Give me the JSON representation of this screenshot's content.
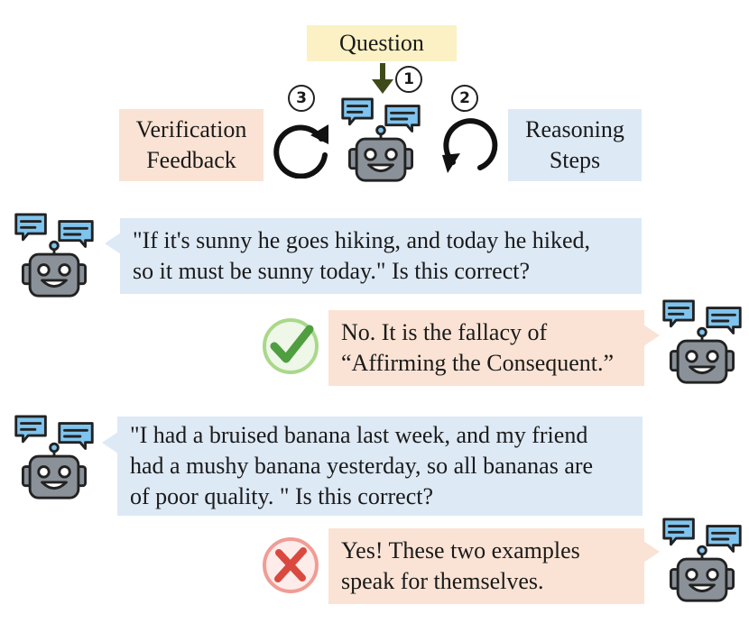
{
  "top": {
    "question": "Question",
    "verification": [
      "Verification",
      "Feedback"
    ],
    "reasoning": [
      "Reasoning",
      "Steps"
    ],
    "step_numbers": [
      "1",
      "2",
      "3"
    ]
  },
  "dialogs": [
    {
      "prompt": [
        "\"If it's sunny he goes hiking, and today he hiked,",
        "so it must be sunny today.\" Is this correct?"
      ],
      "answer": [
        "No. It is the fallacy of",
        "“Affirming the Consequent.”"
      ],
      "result_icon": "check-icon"
    },
    {
      "prompt": [
        "\"I had a bruised banana last week, and my friend",
        "had a mushy banana yesterday, so all bananas are",
        "of poor quality. \" Is this correct?"
      ],
      "answer": [
        "Yes! These two examples",
        "speak for themselves."
      ],
      "result_icon": "cross-icon"
    }
  ],
  "colors": {
    "blue_box": "#dde9f5",
    "peach_box": "#fae3d4",
    "question_box": "#fbf1c4",
    "check_green": "#5cb85c",
    "cross_red": "#e8716b",
    "robot_gray": "#8b9198",
    "bubble_blue": "#7fc4ee",
    "arrow_olive": "#3f4a1a"
  }
}
